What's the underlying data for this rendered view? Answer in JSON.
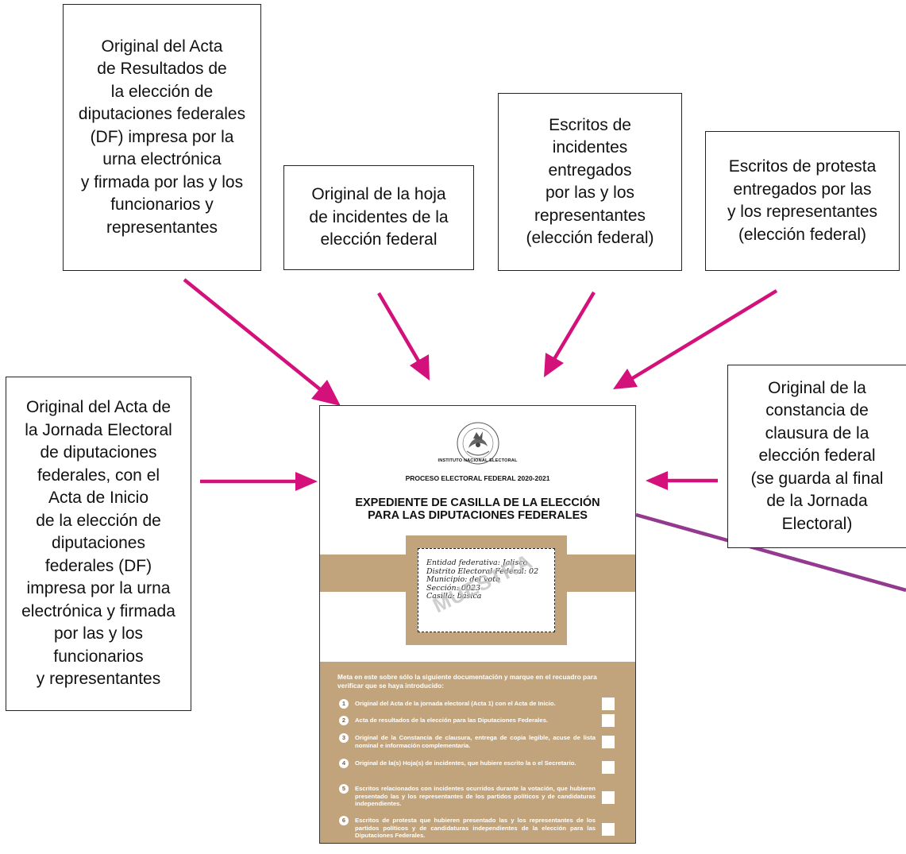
{
  "boxes": {
    "acta_resultados": [
      "Original del Acta",
      "de Resultados de",
      "la elección de",
      "diputaciones federales",
      "(DF) impresa por la",
      "urna electrónica",
      "y firmada por las y los",
      "funcionarios y",
      "representantes"
    ],
    "hoja_incidentes": [
      "Original de la hoja",
      "de incidentes de la",
      "elección federal"
    ],
    "escritos_incidentes": [
      "Escritos de",
      "incidentes",
      "entregados",
      "por las y los",
      "representantes",
      "(elección federal)"
    ],
    "escritos_protesta": [
      "Escritos de protesta",
      "entregados por las",
      "y los representantes",
      "(elección federal)"
    ],
    "acta_jornada": [
      "Original del Acta de",
      "la Jornada Electoral",
      "de diputaciones",
      "federales, con el",
      "Acta de Inicio",
      "de la elección de",
      "diputaciones",
      "federales (DF)",
      "impresa por la urna",
      "electrónica y firmada",
      "por las y los",
      "funcionarios",
      "y representantes"
    ],
    "constancia_clausura": [
      "Original de la",
      "constancia de",
      "clausura de la",
      "elección federal",
      "(se guarda al final",
      "de la Jornada",
      "Electoral)"
    ]
  },
  "envelope": {
    "institute": "INSTITUTO NACIONAL ELECTORAL",
    "process": "PROCESO ELECTORAL FEDERAL 2020-2021",
    "title_line1": "EXPEDIENTE DE CASILLA DE LA ELECCIÓN",
    "title_line2": "PARA LAS DIPUTACIONES FEDERALES",
    "label_lines": [
      "Entidad federativa: Jalisco",
      "Distrito Electoral Federal: 02",
      "Municipio: del voto",
      "Sección: 0023",
      "Casilla: básica"
    ],
    "watermark": "MUESTRA",
    "instructions": "Meta en este sobre sólo la siguiente documentación y marque en el recuadro para verificar que se haya introducido:",
    "items": [
      {
        "n": "1",
        "text": "Original del Acta de la jornada electoral (Acta 1) con el Acta de Inicio."
      },
      {
        "n": "2",
        "text": "Acta de resultados de la elección para las Diputaciones Federales."
      },
      {
        "n": "3",
        "text": "Original de la Constancia de clausura, entrega de copia legible, acuse de lista nominal e información complementaria."
      },
      {
        "n": "4",
        "text": "Original de la(s) Hoja(s) de incidentes, que hubiere escrito la o el Secretario."
      },
      {
        "n": "5",
        "text": "Escritos relacionados con incidentes ocurridos durante la votación, que hubieren presentado las y los representantes de los partidos políticos y de candidaturas independientes."
      },
      {
        "n": "6",
        "text": "Escritos de protesta que hubieren presentado las y los representantes de los partidos políticos y de candidaturas independientes de la elección para las Diputaciones Federales."
      }
    ]
  },
  "colors": {
    "arrow": "#d4107b",
    "purple_line": "#93398f",
    "kraft": "#c2a47c"
  }
}
